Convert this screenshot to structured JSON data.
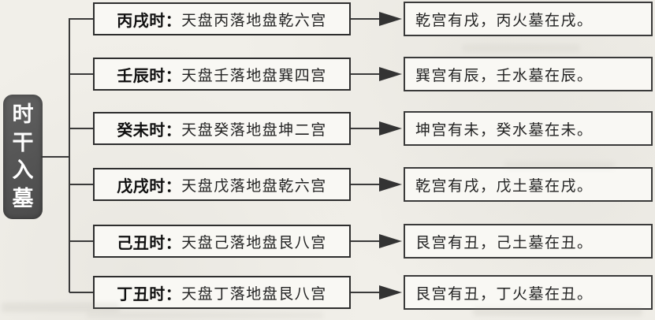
{
  "root": {
    "label": "时干入墓",
    "chars": [
      "时",
      "干",
      "入",
      "墓"
    ],
    "fill_color": "#555555",
    "text_color": "#ffffff"
  },
  "rows": [
    {
      "hour": "丙戌时：",
      "placement": "天盘丙落地盘乾六宫",
      "result": "乾宫有戌，丙火墓在戌。"
    },
    {
      "hour": "壬辰时：",
      "placement": "天盘壬落地盘巽四宫",
      "result": "巽宫有辰，壬水墓在辰。"
    },
    {
      "hour": "癸未时：",
      "placement": "天盘癸落地盘坤二宫",
      "result": "坤宫有未，癸水墓在未。"
    },
    {
      "hour": "戊戌时：",
      "placement": "天盘戊落地盘乾六宫",
      "result": "乾宫有戌，戊土墓在戌。"
    },
    {
      "hour": "己丑时：",
      "placement": "天盘己落地盘艮八宫",
      "result": "艮宫有丑，己土墓在丑。"
    },
    {
      "hour": "丁丑时：",
      "placement": "天盘丁落地盘艮八宫",
      "result": "艮宫有丑，丁火墓在丑。"
    }
  ],
  "colors": {
    "line": "#3a3a3a",
    "box_border": "#2e2e2e",
    "text": "#1c1c1c",
    "page_bg": "#f1efe9",
    "box_bg": "#f9f8f4"
  }
}
